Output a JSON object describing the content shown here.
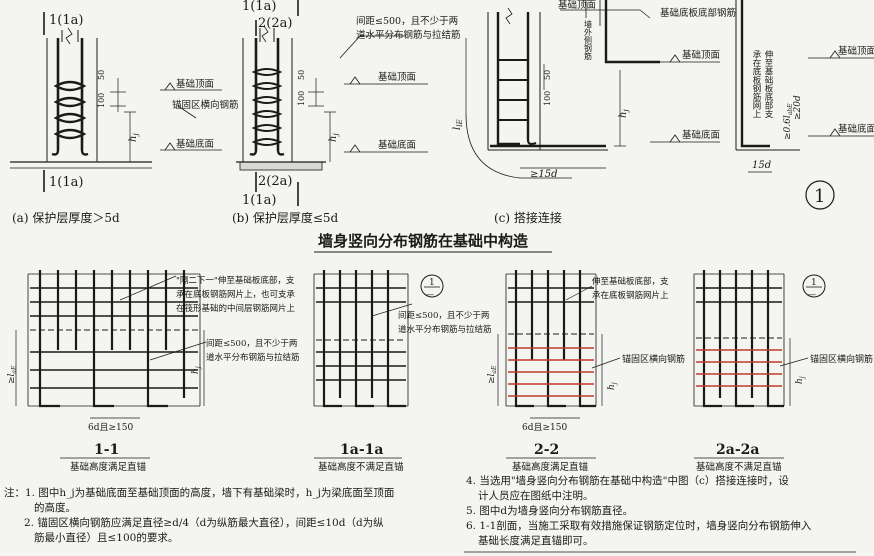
{
  "section_marks": {
    "a_top": "1(1a)",
    "a_bottom": "1(1a)",
    "b_top1": "1(1a)",
    "b_top2": "2(2a)",
    "b_bottom1": "2(2a)",
    "b_bottom2": "1(1a)"
  },
  "captions": {
    "a": "(a) 保护层厚度＞5d",
    "b": "(b) 保护层厚度≤5d",
    "c": "(c) 搭接连接"
  },
  "main_title": "墙身竖向分布钢筋在基础中构造",
  "labels": {
    "foundation_top": "基础顶面",
    "foundation_bottom": "基础底面",
    "anchor_zone_bar": "锚固区横向钢筋",
    "anchor_zone_bar_2": "锚固区横向钢筋",
    "spacing_note_1": "间距≤500，且不少于两",
    "spacing_note_2": "道水平分布钢筋与拉结筋",
    "outer_wall_bar": "墙外侧钢筋",
    "foundation_bottom_bar": "基础底板底部钢筋",
    "extend_1": "伸至基础板底部支",
    "extend_2": "承在底板钢筋网上",
    "dim_h": "h",
    "dim_h_sub": "j",
    "dim_lle": "l",
    "dim_lle_sub": "lE",
    "dim_15d_c": "≥15d",
    "dim_15d_r": "15d",
    "dim_06": "≥0.6l",
    "dim_06_sub": "abE",
    "dim_20d": "≥20d",
    "dim_50": "50",
    "dim_100": "100",
    "circle_1": "1",
    "lae": "≥l",
    "lae_sub": "aE",
    "dim_6d": "6d且≥150"
  },
  "middle_labels": {
    "note_1_1_line1": "\"隔二下一\"伸至基础板底部，支",
    "note_1_1_line2": "承在底板钢筋网片上，也可支承",
    "note_1_1_line3": "在筏形基础的中间层钢筋网片上",
    "note_1_1_spacing1": "间距≤500，且不少于两",
    "note_1_1_spacing2": "道水平分布钢筋与拉结筋",
    "note_1a_spacing1": "间距≤500，且不少于两",
    "note_1a_spacing2": "道水平分布钢筋与拉结筋",
    "note_2_2_line1": "伸至基础板底部，支",
    "note_2_2_line2": "承在底板钢筋网片上",
    "circle_num": "1",
    "circle_den": "—"
  },
  "section_titles": [
    {
      "title": "1-1",
      "sub": "基础高度满足直锚"
    },
    {
      "title": "1a-1a",
      "sub": "基础高度不满足直锚"
    },
    {
      "title": "2-2",
      "sub": "基础高度满足直锚"
    },
    {
      "title": "2a-2a",
      "sub": "基础高度不满足直锚"
    }
  ],
  "notes_left": [
    "注：1. 图中h_j为基础底面至基础顶面的高度，墙下有基础梁时，h_j为梁底面至顶面",
    "的高度。",
    "2. 锚固区横向钢筋应满足直径≥d/4（d为纵筋最大直径），间距≤10d（d为纵",
    "筋最小直径）且≤100的要求。"
  ],
  "notes_right": [
    "4. 当选用\"墙身竖向分布钢筋在基础中构造\"中图（c）搭接连接时，设",
    "计人员应在图纸中注明。",
    "5. 图中d为墙身竖向分布钢筋直径。",
    "6. 1-1剖面，当施工采取有效措施保证钢筋定位时，墙身竖向分布钢筋伸入",
    "基础长度满足直锚即可。"
  ]
}
